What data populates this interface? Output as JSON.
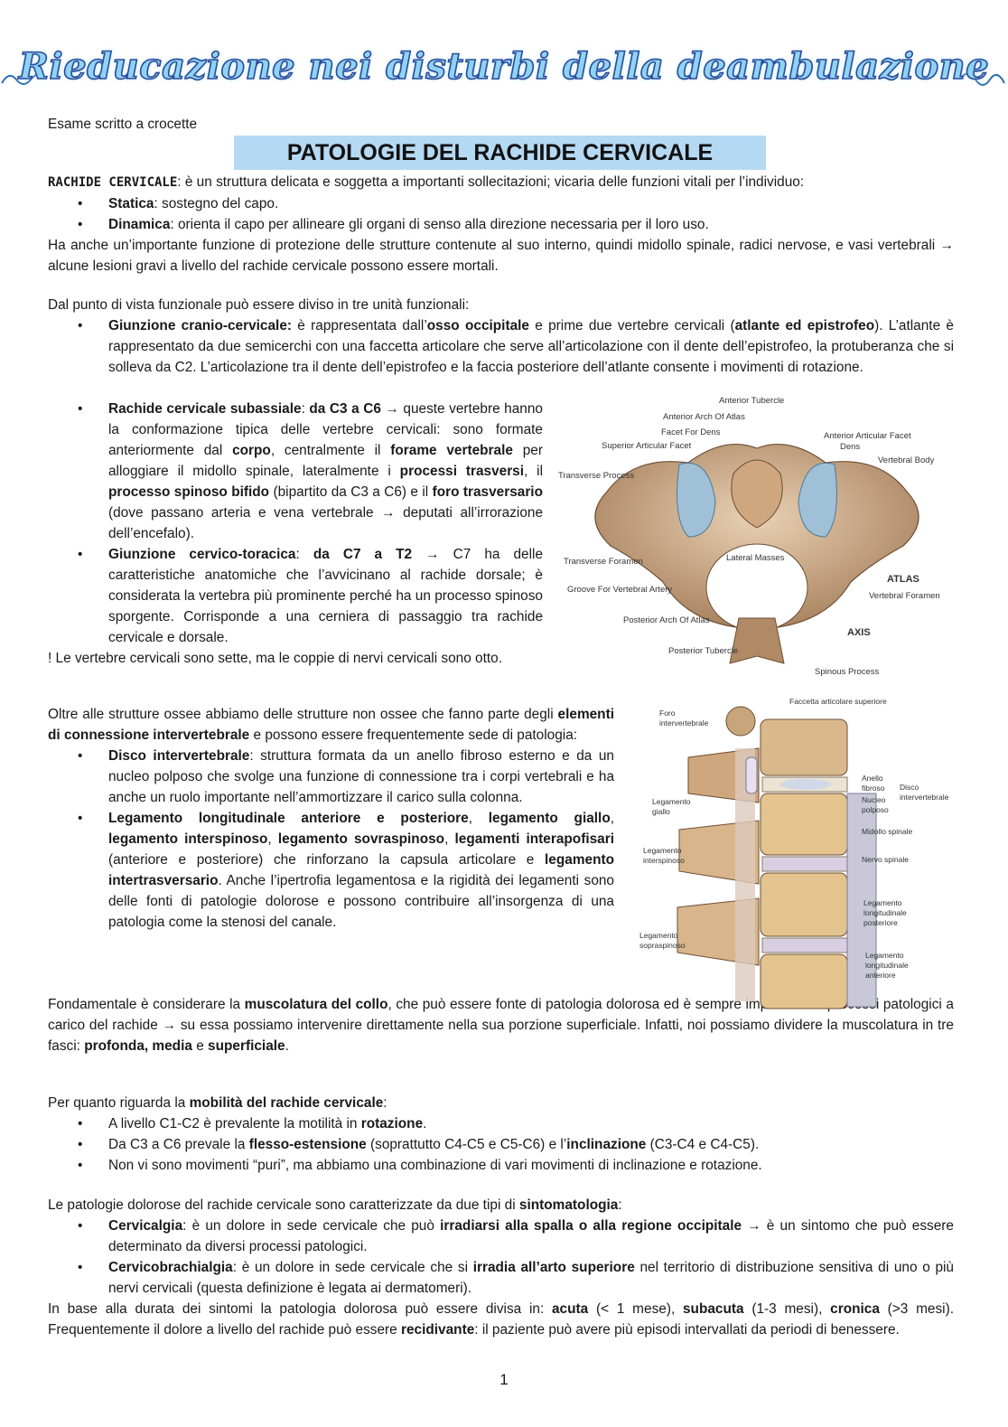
{
  "header": {
    "course_title": "Rieducazione nei disturbi della deambulazione",
    "exam_note": "Esame scritto a crocette",
    "section_title": "PATOLOGIE DEL RACHIDE CERVICALE"
  },
  "intro": {
    "term": "RACHIDE CERVICALE",
    "text": ": è un struttura delicata e soggetta a importanti sollecitazioni; vicaria delle funzioni vitali per l’individuo:",
    "bullets": [
      {
        "bold": "Statica",
        "text": ": sostegno del capo."
      },
      {
        "bold": "Dinamica",
        "text": ": orienta il capo per allineare gli organi di senso alla direzione necessaria per il loro uso."
      }
    ],
    "protection": "Ha anche un’importante funzione di protezione delle strutture contenute al suo interno, quindi midollo spinale, radici nervose, e vasi vertebrali → alcune lesioni gravi a livello del rachide cervicale possono essere mortali."
  },
  "functional_units": {
    "lead": "Dal punto di vista funzionale può essere diviso in tre unità funzionali:",
    "craniocervical": {
      "bold": "Giunzione cranio-cervicale:",
      "t1": " è rappresentata dall’",
      "b2": "osso occipitale",
      "t2": " e prime due vertebre cervicali (",
      "b3": "atlante ed epistrofeo",
      "t3": "). L’atlante è rappresentato da due semicerchi con una faccetta articolare che serve all’articolazione con il dente dell’epistrofeo, la protuberanza che si solleva da C2. L’articolazione tra il dente dell’epistrofeo e la faccia posteriore dell’atlante consente i movimenti di rotazione."
    },
    "subaxial": {
      "bold": "Rachide cervicale subassiale",
      "t1": ": ",
      "b2": "da C3 a C6",
      "t2": " → queste vertebre hanno la conformazione tipica delle vertebre cervicali: sono formate anteriormente dal ",
      "b3": "corpo",
      "t3": ", centralmente il ",
      "b4": "forame vertebrale",
      "t4": " per alloggiare il midollo spinale, lateralmente i ",
      "b5": "processi trasversi",
      "t5": ", il ",
      "b6": "processo spinoso bifido",
      "t6": " (bipartito da C3 a C6) e il ",
      "b7": "foro trasversario",
      "t7": " (dove passano arteria e vena vertebrale → deputati all’irrorazione dell’encefalo)."
    },
    "cervicothoracic": {
      "bold": "Giunzione cervico-toracica",
      "t1": ": ",
      "b2": "da C7 a T2",
      "t2": " → C7 ha delle caratteristiche anatomiche che l’avvicinano al rachide dorsale; è considerata la vertebra più prominente perché ha un processo spinoso sporgente. Corrisponde a una cerniera di passaggio tra rachide cervicale e dorsale."
    },
    "note": "! Le vertebre cervicali sono sette, ma le coppie di nervi cervicali sono otto."
  },
  "atlas_figure": {
    "labels": {
      "anterior_tubercle": "Anterior Tubercle",
      "anterior_arch": "Anterior Arch Of Atlas",
      "facet_for_dens": "Facet For Dens",
      "superior_articular_facet": "Superior Articular Facet",
      "anterior_articular_facet": "Anterior Articular Facet",
      "dens": "Dens",
      "vertebral_body": "Vertebral Body",
      "transverse_process": "Transverse Process",
      "transverse_foramen": "Transverse Foramen",
      "lateral_masses": "Lateral Masses",
      "atlas": "ATLAS",
      "groove": "Groove For Vertebral Artery",
      "vertebral_foramen": "Vertebral Foramen",
      "posterior_arch": "Posterior Arch Of Atlas",
      "axis": "AXIS",
      "posterior_tubercle": "Posterior Tubercle",
      "spinous_process": "Spinous Process"
    }
  },
  "connection": {
    "lead": "Oltre alle strutture ossee abbiamo delle strutture non ossee che fanno parte degli ",
    "lead_bold": "elementi di connessione intervertebrale",
    "lead_tail": " e possono essere frequentemente sede di patologia:",
    "disc": {
      "bold": "Disco intervertebrale",
      "text": ": struttura formata da un anello fibroso esterno e da un nucleo polposo che svolge una funzione di connessione tra i corpi vertebrali e ha anche un ruolo importante nell’ammortizzare il carico sulla colonna."
    },
    "ligaments": {
      "b1": "Legamento longitudinale anteriore e posteriore",
      "t1": ", ",
      "b2": "legamento giallo",
      "t2": ", ",
      "b3": "legamento interspinoso",
      "t3": ", ",
      "b4": "legamento sovraspinoso",
      "t4": ", ",
      "b5": "legamenti interapofisari",
      "t5": " (anteriore e posteriore) che rinforzano la capsula articolare e ",
      "b6": "legamento intertrasversario",
      "t6": ". Anche l’ipertrofia legamentosa e la rigidità dei legamenti sono delle fonti di patologie dolorose e possono contribuire all’insorgenza di una patologia come la stenosi del canale."
    },
    "muscles_t1": "Fondamentale è considerare la ",
    "muscles_b1": "muscolatura del collo",
    "muscles_t2": ", che può essere fonte di patologia dolorosa ed è sempre implicata nei processi patologici a carico del rachide → su essa possiamo intervenire direttamente nella sua porzione superficiale. Infatti, noi possiamo dividere la muscolatura in tre fasci: ",
    "muscles_b2": "profonda, media",
    "muscles_t3": " e ",
    "muscles_b3": "superficiale",
    "muscles_t4": "."
  },
  "spine_figure": {
    "labels": {
      "superior_facet": "Faccetta articolare superiore",
      "foro": "Foro intervertebrale",
      "anello": "Anello fibroso",
      "nucleo": "Nucleo polposo",
      "disco": "Disco intervertebrale",
      "giallo": "Legamento giallo",
      "midollo": "Midollo spinale",
      "interspinoso": "Legamento interspinoso",
      "nervo": "Nervo spinale",
      "posteriore": "Legamento longitudinale posteriore",
      "sopraspinoso": "Legamento sopraspinoso",
      "anteriore": "Legamento longitudinale anteriore"
    }
  },
  "mobility": {
    "lead_t": "Per quanto riguarda la ",
    "lead_b": "mobilità del rachide cervicale",
    "lead_tail": ":",
    "b1_t": "A livello C1-C2 è prevalente la motilità in ",
    "b1_b": "rotazione",
    "b1_tail": ".",
    "b2_t": "Da C3 a C6 prevale la ",
    "b2_b": "flesso-estensione",
    "b2_t2": " (soprattutto C4-C5 e C5-C6) e l’",
    "b2_b2": "inclinazione",
    "b2_tail": " (C3-C4 e C4-C5).",
    "b3": "Non vi sono movimenti “puri”, ma abbiamo una combinazione di vari movimenti di inclinazione e rotazione."
  },
  "symptoms": {
    "lead_t": "Le patologie dolorose del rachide cervicale sono caratterizzate da due tipi di ",
    "lead_b": "sintomatologia",
    "lead_tail": ":",
    "c1_b": "Cervicalgia",
    "c1_t": ": è un dolore in sede cervicale che può ",
    "c1_b2": "irradiarsi alla spalla o alla regione occipitale",
    "c1_tail": " → è un sintomo che può essere determinato da diversi processi patologici.",
    "c2_b": "Cervicobrachialgia",
    "c2_t": ": è un dolore in sede cervicale che si ",
    "c2_b2": "irradia all’arto superiore",
    "c2_tail": " nel territorio di distribuzione sensitiva di uno o più nervi cervicali (questa definizione è legata ai dermatomeri).",
    "dur_t1": "In base alla durata dei sintomi la patologia dolorosa può essere divisa in: ",
    "dur_b1": "acuta",
    "dur_t2": " (< 1 mese), ",
    "dur_b2": "subacuta",
    "dur_t3": " (1-3 mesi), ",
    "dur_b3": "cronica",
    "dur_t4": " (>3 mesi). Frequentemente il dolore a livello del rachide può essere ",
    "dur_b4": "recidivante",
    "dur_t5": ": il paziente può avere più episodi intervallati da periodi di benessere."
  },
  "page_number": "1"
}
